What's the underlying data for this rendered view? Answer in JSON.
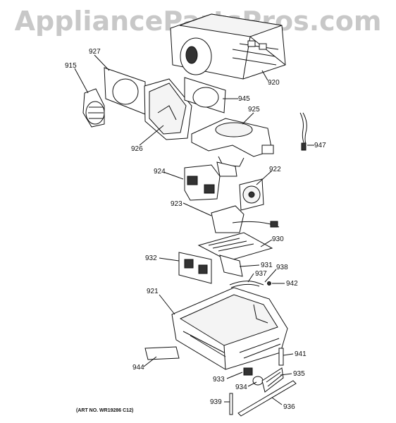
{
  "watermark": "AppliancePartsPros.com",
  "art_number": "(ART NO. WR19286 C12)",
  "callouts": [
    {
      "id": "915",
      "label": "915"
    },
    {
      "id": "927",
      "label": "927"
    },
    {
      "id": "920",
      "label": "920"
    },
    {
      "id": "945",
      "label": "945"
    },
    {
      "id": "925",
      "label": "925"
    },
    {
      "id": "926",
      "label": "926"
    },
    {
      "id": "947",
      "label": "947"
    },
    {
      "id": "924",
      "label": "924"
    },
    {
      "id": "922",
      "label": "922"
    },
    {
      "id": "923",
      "label": "923"
    },
    {
      "id": "930",
      "label": "930"
    },
    {
      "id": "932",
      "label": "932"
    },
    {
      "id": "931",
      "label": "931"
    },
    {
      "id": "937",
      "label": "937"
    },
    {
      "id": "938",
      "label": "938"
    },
    {
      "id": "942",
      "label": "942"
    },
    {
      "id": "921",
      "label": "921"
    },
    {
      "id": "941",
      "label": "941"
    },
    {
      "id": "944",
      "label": "944"
    },
    {
      "id": "935",
      "label": "935"
    },
    {
      "id": "933",
      "label": "933"
    },
    {
      "id": "934",
      "label": "934"
    },
    {
      "id": "939",
      "label": "939"
    },
    {
      "id": "936",
      "label": "936"
    }
  ]
}
